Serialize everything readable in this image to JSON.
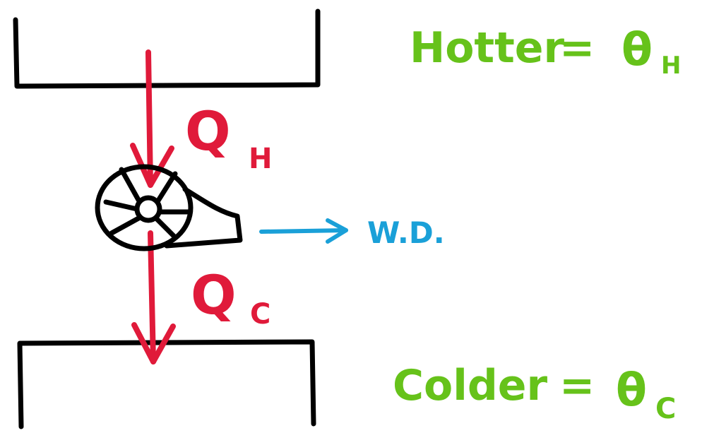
{
  "colors": {
    "reservoir": "#000000",
    "heat_flow": "#e01a3a",
    "work": "#1aa0d8",
    "temperature_label": "#66c21a"
  },
  "hot_reservoir": {
    "label": "Hotter",
    "equals": "=",
    "symbol": "θ",
    "subscript": "H"
  },
  "cold_reservoir": {
    "label": "Colder",
    "equals": "=",
    "symbol": "θ",
    "subscript": "C"
  },
  "heat_in": {
    "symbol": "Q",
    "subscript": "H"
  },
  "heat_out": {
    "symbol": "Q",
    "subscript": "C"
  },
  "work": {
    "label": "W.D."
  },
  "engine": {
    "icon": "turbine-icon"
  }
}
